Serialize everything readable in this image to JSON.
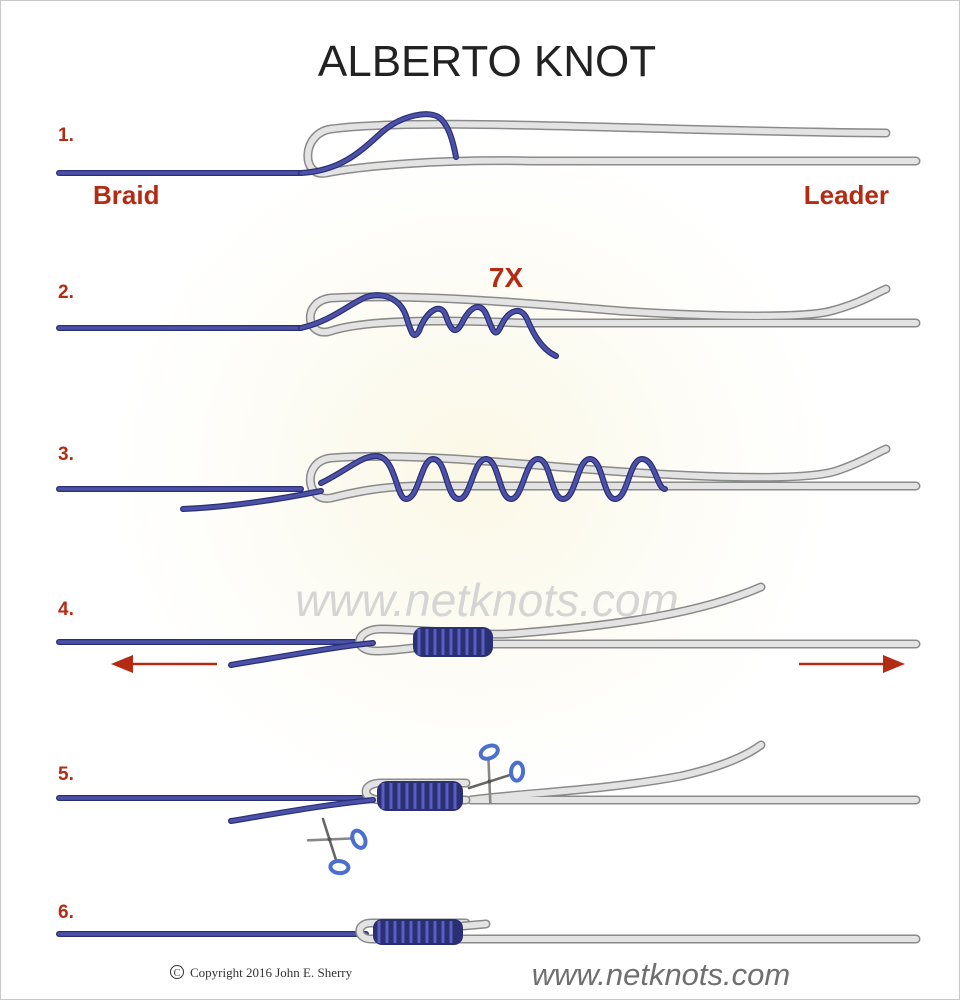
{
  "title": "ALBERTO KNOT",
  "steps": [
    {
      "number": "1."
    },
    {
      "number": "2."
    },
    {
      "number": "3."
    },
    {
      "number": "4."
    },
    {
      "number": "5."
    },
    {
      "number": "6."
    }
  ],
  "labels": {
    "braid": "Braid",
    "leader": "Leader",
    "wraps": "7X"
  },
  "watermark": "www.netknots.com",
  "footer": {
    "copyright": "Copyright  2016  John E. Sherry",
    "website": "www.netknots.com"
  },
  "colors": {
    "label_red": "#b42b14",
    "braid_line": "#4b50a8",
    "leader_line": "#e3e3e3",
    "scissors_handle": "#4a6fd0"
  },
  "icons": [
    "copyright-icon",
    "scissors-icon",
    "arrow-left-icon",
    "arrow-right-icon"
  ]
}
